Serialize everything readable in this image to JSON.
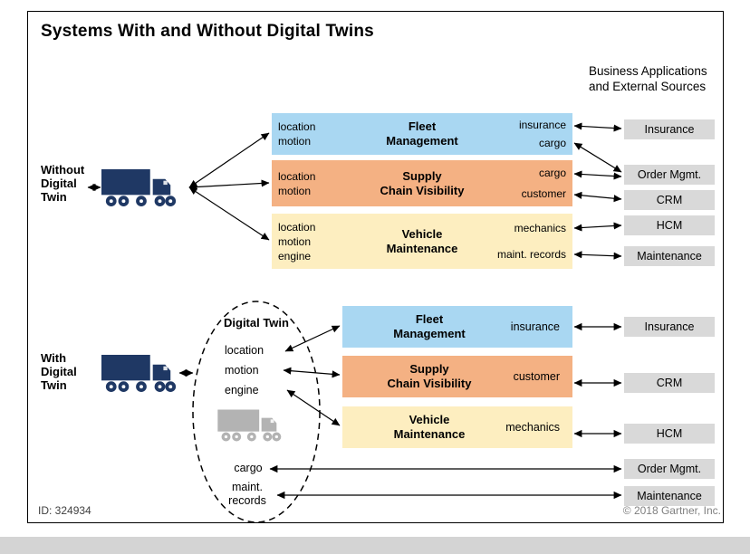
{
  "title": "Systems With and Without Digital Twins",
  "right_header": "Business Applications\nand External Sources",
  "without_section": {
    "label": "Without\nDigital\nTwin",
    "systems": [
      {
        "name": "Fleet\nManagement",
        "inputs": "location\nmotion",
        "outputs": "insurance\ncargo"
      },
      {
        "name": "Supply\nChain Visibility",
        "inputs": "location\nmotion",
        "outputs": "cargo\ncustomer"
      },
      {
        "name": "Vehicle\nMaintenance",
        "inputs": "location\nmotion\nengine",
        "outputs": "mechanics\nmaint. records"
      }
    ],
    "apps": [
      "Insurance",
      "Order Mgmt.",
      "CRM",
      "HCM",
      "Maintenance"
    ]
  },
  "with_section": {
    "label": "With\nDigital\nTwin",
    "twin": {
      "title": "Digital Twin",
      "attributes": "location\nmotion\nengine",
      "cargo_label": "cargo",
      "maint_label": "maint.\nrecords"
    },
    "systems": [
      {
        "name": "Fleet\nManagement",
        "output": "insurance"
      },
      {
        "name": "Supply\nChain Visibility",
        "output": "customer"
      },
      {
        "name": "Vehicle\nMaintenance",
        "output": "mechanics"
      }
    ],
    "apps": [
      "Insurance",
      "CRM",
      "HCM",
      "Order Mgmt.",
      "Maintenance"
    ]
  },
  "footer": {
    "id": "ID: 324934",
    "copyright": "© 2018 Gartner, Inc."
  },
  "colors": {
    "fleet_box": "#a9d7f2",
    "supply_box": "#f4b183",
    "vehicle_box": "#fdeec0",
    "app_box": "#d9d9d9",
    "truck": "#1f3864",
    "ghost_truck": "#b3b3b3"
  }
}
